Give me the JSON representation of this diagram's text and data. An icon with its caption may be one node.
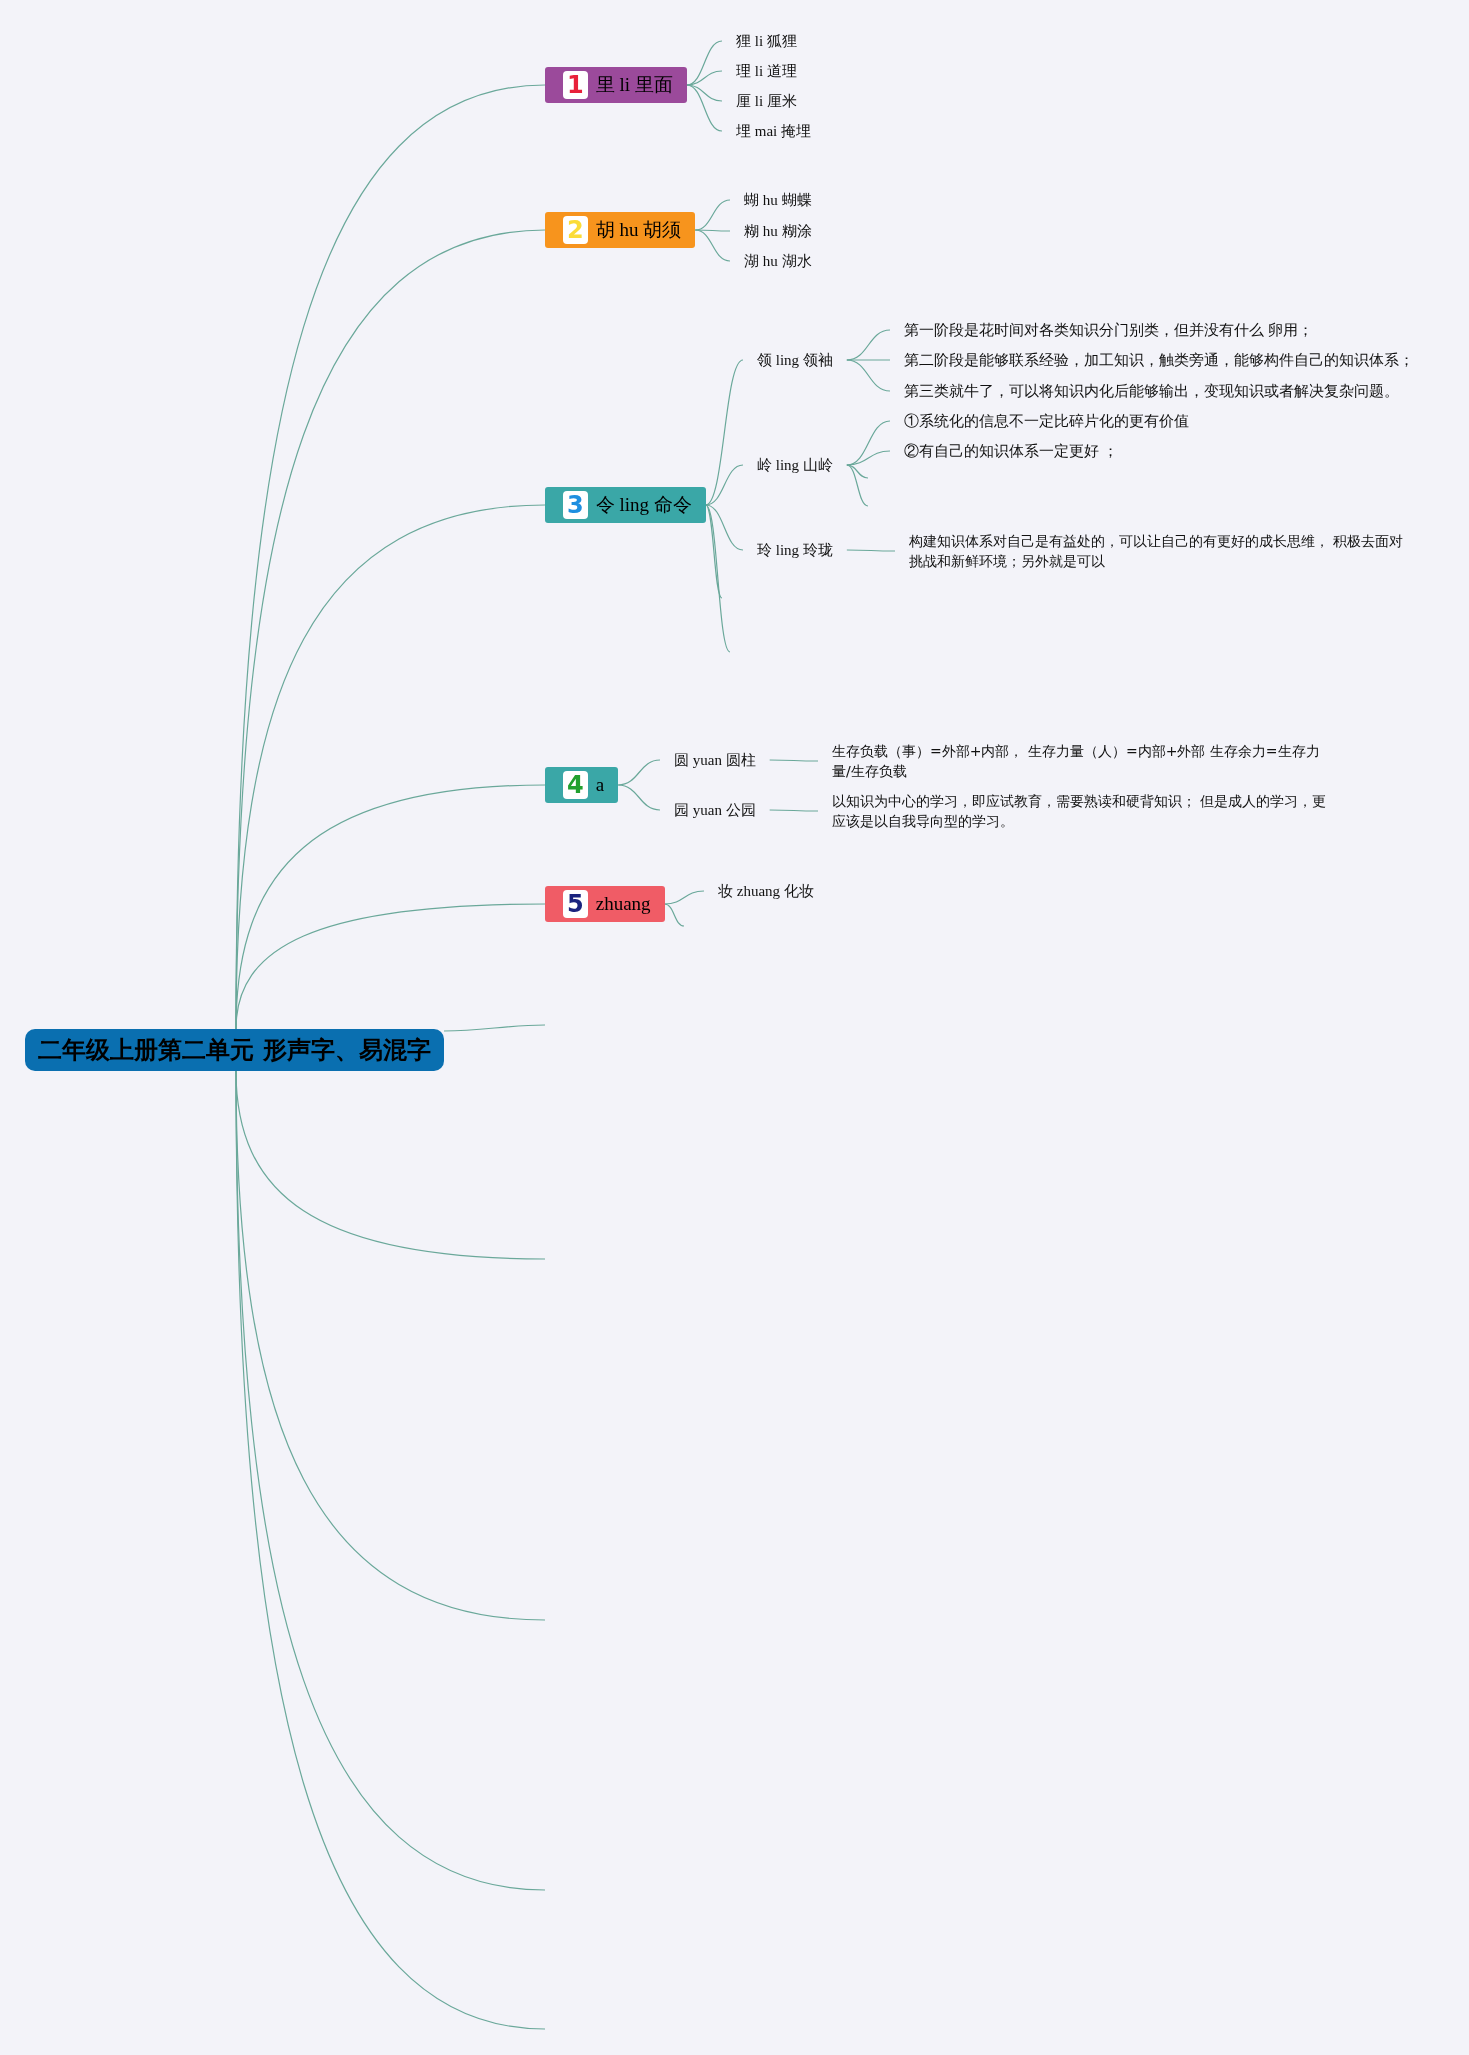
{
  "diagram": {
    "nodes": [
      {
        "text": [
          "二年级上册第二单元 形声字、易混字"
        ]
      },
      {
        "text": [
          "1",
          "里 li 里面"
        ]
      },
      {
        "text": [
          "狸 li 狐狸"
        ]
      },
      {
        "text": [
          "理 li 道理"
        ]
      },
      {
        "text": [
          "厘 li 厘米"
        ]
      },
      {
        "text": [
          "埋 mai 掩埋"
        ]
      },
      {
        "text": [
          "2",
          "胡 hu 胡须"
        ]
      },
      {
        "text": [
          "蝴 hu 蝴蝶"
        ]
      },
      {
        "text": [
          "糊 hu 糊涂"
        ]
      },
      {
        "text": [
          "湖 hu 湖水"
        ]
      },
      {
        "text": [
          "3",
          "令 ling 命令"
        ]
      },
      {
        "text": [
          "领 ling 领袖"
        ]
      },
      {
        "text": [
          "第一阶段是花时间对各类知识分门别类，但并没有什么 卵用；"
        ]
      },
      {
        "text": [
          "第二阶段是能够联系经验，加工知识，触类旁通，能够构件自己的知识体系；"
        ]
      },
      {
        "text": [
          "第三类就牛了，可以将知识内化后能够输出，变现知识或者解决复杂问题。"
        ]
      },
      {
        "text": [
          "岭 ling 山岭"
        ]
      },
      {
        "text": [
          "①系统化的信息不一定比碎片化的更有价值"
        ]
      },
      {
        "text": [
          "②有自己的知识体系一定更好 ；"
        ]
      },
      {
        "text": [
          "玲 ling 玲珑"
        ]
      },
      {
        "text": [
          "构建知识体系对自己是有益处的，可以让自己的有更好的成长思维， 积极去面对挑战和新鲜环境；另外就是可以"
        ]
      },
      {
        "text": [
          "4",
          "a"
        ]
      },
      {
        "text": [
          "圆 yuan 圆柱"
        ]
      },
      {
        "text": [
          "生存负载（事）=外部+内部， 生存力量（人）=内部+外部 生存余力=生存力量/生存负载"
        ]
      },
      {
        "text": [
          "园 yuan 公园"
        ]
      },
      {
        "text": [
          "以知识为中心的学习，即应试教育，需要熟读和硬背知识； 但是成人的学习，更应该是以自我导向型的学习。"
        ]
      },
      {
        "text": [
          "5",
          "zhuang"
        ]
      },
      {
        "text": [
          "妆 zhuang 化妆"
        ]
      }
    ],
    "edges": [
      {
        "from": 0,
        "to": 1,
        "arrow": "none"
      },
      {
        "from": 0,
        "to": 6,
        "arrow": "none"
      },
      {
        "from": 0,
        "to": 10,
        "arrow": "none"
      },
      {
        "from": 0,
        "to": 20,
        "arrow": "none"
      },
      {
        "from": 0,
        "to": 25,
        "arrow": "none"
      },
      {
        "from": 0,
        "to": null,
        "arrow": "none"
      },
      {
        "from": 0,
        "to": null,
        "arrow": "none"
      },
      {
        "from": 0,
        "to": null,
        "arrow": "none"
      },
      {
        "from": 0,
        "to": null,
        "arrow": "none"
      },
      {
        "from": 0,
        "to": null,
        "arrow": "none"
      },
      {
        "from": 1,
        "to": 2,
        "arrow": "none"
      },
      {
        "from": 1,
        "to": 3,
        "arrow": "none"
      },
      {
        "from": 1,
        "to": 4,
        "arrow": "none"
      },
      {
        "from": 1,
        "to": 5,
        "arrow": "none"
      },
      {
        "from": 6,
        "to": 7,
        "arrow": "none"
      },
      {
        "from": 6,
        "to": 8,
        "arrow": "none"
      },
      {
        "from": 6,
        "to": 9,
        "arrow": "none"
      },
      {
        "from": 10,
        "to": 11,
        "arrow": "none"
      },
      {
        "from": 10,
        "to": 15,
        "arrow": "none"
      },
      {
        "from": 10,
        "to": 18,
        "arrow": "none"
      },
      {
        "from": 10,
        "to": null,
        "arrow": "none"
      },
      {
        "from": 10,
        "to": null,
        "arrow": "none"
      },
      {
        "from": 11,
        "to": 12,
        "arrow": "none"
      },
      {
        "from": 11,
        "to": 13,
        "arrow": "none"
      },
      {
        "from": 11,
        "to": 14,
        "arrow": "none"
      },
      {
        "from": 15,
        "to": 16,
        "arrow": "none"
      },
      {
        "from": 15,
        "to": 17,
        "arrow": "none"
      },
      {
        "from": 15,
        "to": null,
        "arrow": "none"
      },
      {
        "from": 15,
        "to": null,
        "arrow": "none"
      },
      {
        "from": 18,
        "to": 19,
        "arrow": "none"
      },
      {
        "from": 20,
        "to": 21,
        "arrow": "none"
      },
      {
        "from": 20,
        "to": 23,
        "arrow": "none"
      },
      {
        "from": 21,
        "to": 22,
        "arrow": "none"
      },
      {
        "from": 23,
        "to": 24,
        "arrow": "none"
      },
      {
        "from": 25,
        "to": 26,
        "arrow": "none"
      },
      {
        "from": 25,
        "to": null,
        "arrow": "none"
      }
    ]
  }
}
